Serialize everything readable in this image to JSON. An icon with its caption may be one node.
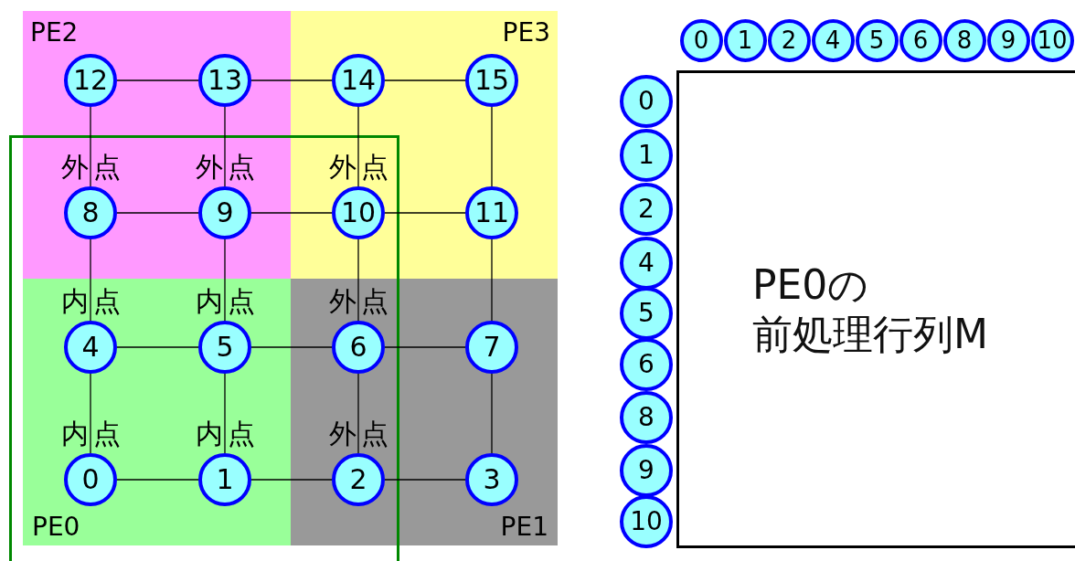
{
  "diagram": {
    "nodes": [
      {
        "text": [
          "PE2"
        ]
      },
      {
        "text": [
          "PE3"
        ]
      },
      {
        "text": [
          "PE0"
        ]
      },
      {
        "text": [
          "PE1"
        ]
      },
      {
        "text": [
          "12"
        ],
        "in": 0
      },
      {
        "text": [
          "13"
        ],
        "in": 0
      },
      {
        "text": [
          "14"
        ],
        "in": 1
      },
      {
        "text": [
          "15"
        ],
        "in": 1
      },
      {
        "text": [
          "8"
        ],
        "in": 0,
        "beside": [
          "外点"
        ]
      },
      {
        "text": [
          "9"
        ],
        "in": 0,
        "beside": [
          "外点"
        ]
      },
      {
        "text": [
          "10"
        ],
        "in": 1,
        "beside": [
          "外点"
        ]
      },
      {
        "text": [
          "11"
        ],
        "in": 1
      },
      {
        "text": [
          "4"
        ],
        "in": 2,
        "beside": [
          "内点"
        ]
      },
      {
        "text": [
          "5"
        ],
        "in": 2,
        "beside": [
          "内点"
        ]
      },
      {
        "text": [
          "6"
        ],
        "in": 3,
        "beside": [
          "外点"
        ]
      },
      {
        "text": [
          "7"
        ],
        "in": 3
      },
      {
        "text": [
          "0"
        ],
        "in": 2,
        "beside": [
          "内点"
        ]
      },
      {
        "text": [
          "1"
        ],
        "in": 2,
        "beside": [
          "内点"
        ]
      },
      {
        "text": [
          "2"
        ],
        "in": 3,
        "beside": [
          "外点"
        ]
      },
      {
        "text": [
          "3"
        ],
        "in": 3
      },
      {
        "text": [
          "0"
        ]
      },
      {
        "text": [
          "1"
        ]
      },
      {
        "text": [
          "2"
        ]
      },
      {
        "text": [
          "4"
        ]
      },
      {
        "text": [
          "5"
        ]
      },
      {
        "text": [
          "6"
        ]
      },
      {
        "text": [
          "8"
        ]
      },
      {
        "text": [
          "9"
        ]
      },
      {
        "text": [
          "10"
        ]
      },
      {
        "text": [
          "PE0の",
          "前処理行列M"
        ]
      },
      {
        "text": [
          "0"
        ]
      },
      {
        "text": [
          "1"
        ]
      },
      {
        "text": [
          "2"
        ]
      },
      {
        "text": [
          "4"
        ]
      },
      {
        "text": [
          "5"
        ]
      },
      {
        "text": [
          "6"
        ]
      },
      {
        "text": [
          "8"
        ]
      },
      {
        "text": [
          "9"
        ]
      },
      {
        "text": [
          "10"
        ]
      }
    ],
    "edges": [
      {
        "from": 4,
        "to": 5,
        "arrow": "none"
      },
      {
        "from": 5,
        "to": 6,
        "arrow": "none"
      },
      {
        "from": 6,
        "to": 7,
        "arrow": "none"
      },
      {
        "from": 8,
        "to": 9,
        "arrow": "none"
      },
      {
        "from": 9,
        "to": 10,
        "arrow": "none"
      },
      {
        "from": 10,
        "to": 11,
        "arrow": "none"
      },
      {
        "from": 12,
        "to": 13,
        "arrow": "none"
      },
      {
        "from": 13,
        "to": 14,
        "arrow": "none"
      },
      {
        "from": 14,
        "to": 15,
        "arrow": "none"
      },
      {
        "from": 16,
        "to": 17,
        "arrow": "none"
      },
      {
        "from": 17,
        "to": 18,
        "arrow": "none"
      },
      {
        "from": 18,
        "to": 19,
        "arrow": "none"
      },
      {
        "from": 4,
        "to": 8,
        "arrow": "none"
      },
      {
        "from": 8,
        "to": 12,
        "arrow": "none"
      },
      {
        "from": 12,
        "to": 16,
        "arrow": "none"
      },
      {
        "from": 5,
        "to": 9,
        "arrow": "none"
      },
      {
        "from": 9,
        "to": 13,
        "arrow": "none"
      },
      {
        "from": 13,
        "to": 17,
        "arrow": "none"
      },
      {
        "from": 6,
        "to": 10,
        "arrow": "none"
      },
      {
        "from": 10,
        "to": 14,
        "arrow": "none"
      },
      {
        "from": 14,
        "to": 18,
        "arrow": "none"
      },
      {
        "from": 7,
        "to": 11,
        "arrow": "none"
      },
      {
        "from": 11,
        "to": 15,
        "arrow": "none"
      },
      {
        "from": 15,
        "to": 19,
        "arrow": "none"
      }
    ]
  }
}
